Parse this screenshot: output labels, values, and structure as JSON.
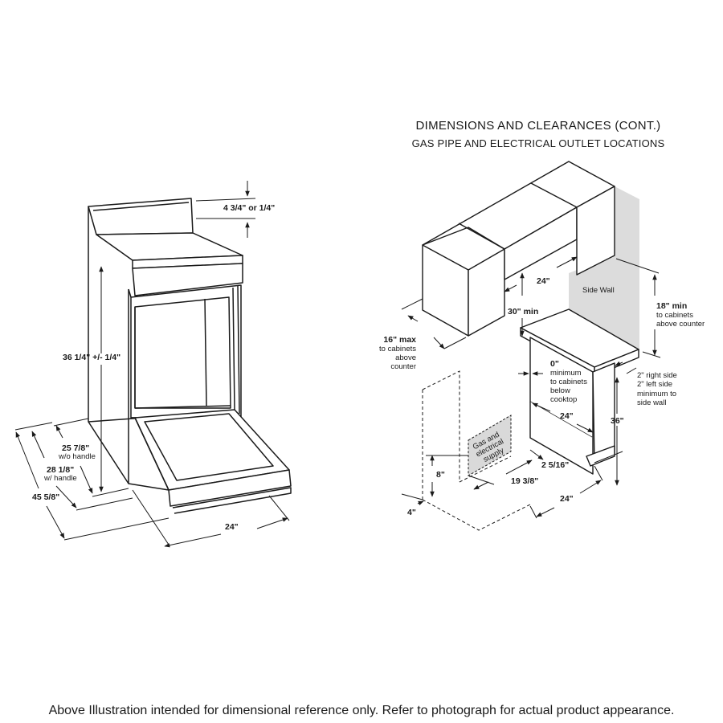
{
  "header": {
    "title": "DIMENSIONS AND CLEARANCES (CONT.)",
    "subtitle": "GAS PIPE AND ELECTRICAL OUTLET LOCATIONS"
  },
  "range_diagram": {
    "backguard_height": "4 3/4\" or 1/4\"",
    "overall_height": "36 1/4\" +/- 1/4\"",
    "depth_wo_handle": "25 7/8\"",
    "depth_wo_handle_note": "w/o handle",
    "depth_w_handle": "28 1/8\"",
    "depth_w_handle_note": "w/ handle",
    "depth_door_open": "45 5/8\"",
    "width": "24\""
  },
  "install_diagram": {
    "cabinet_width": "24\"",
    "cabinet_clearance_min": "30\" min",
    "side_wall_label": "Side Wall",
    "upper_clearance": "18\" min",
    "upper_clearance_note1": "to cabinets",
    "upper_clearance_note2": "above counter",
    "cabinet_depth_max": "16\" max",
    "cabinet_depth_note1": "to cabinets",
    "cabinet_depth_note2": "above",
    "cabinet_depth_note3": "counter",
    "below_clearance": "0\"",
    "below_note1": "minimum",
    "below_note2": "to cabinets",
    "below_note3": "below",
    "below_note4": "cooktop",
    "cutout_width": "24\"",
    "side_right": "2\" right side",
    "side_left": "2\" left side",
    "side_note1": "minimum to",
    "side_note2": "side wall",
    "counter_height": "36\"",
    "supply_label1": "Gas and",
    "supply_label2": "electrical",
    "supply_label3": "supply",
    "supply_height": "8\"",
    "supply_offset": "4\"",
    "supply_depth": "19 3/8\"",
    "supply_side": "2 5/16\"",
    "bottom_width": "24\""
  },
  "footer": {
    "disclaimer": "Above Illustration intended for dimensional reference only. Refer to photograph for actual product appearance."
  }
}
